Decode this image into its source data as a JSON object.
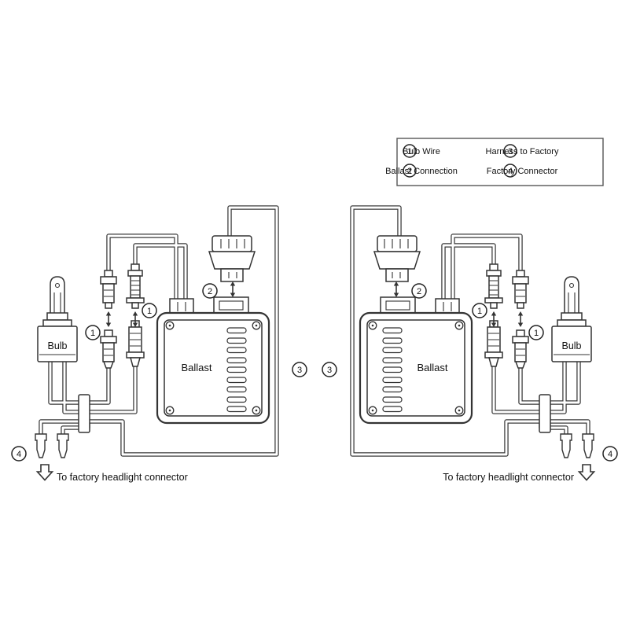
{
  "legend": {
    "items": [
      {
        "num": "1",
        "label": "Bulb Wire"
      },
      {
        "num": "2",
        "label": "Ballast Connection"
      },
      {
        "num": "3",
        "label": "Harness to Factory"
      },
      {
        "num": "4",
        "label": "Factory Connector"
      }
    ]
  },
  "labels": {
    "bulb": "Bulb",
    "ballast": "Ballast",
    "footer": "To factory headlight connector"
  },
  "callouts": {
    "n1": "1",
    "n2": "2",
    "n3": "3",
    "n4": "4"
  },
  "colors": {
    "line": "#3a3a3a",
    "text": "#111111",
    "background": "#ffffff"
  }
}
